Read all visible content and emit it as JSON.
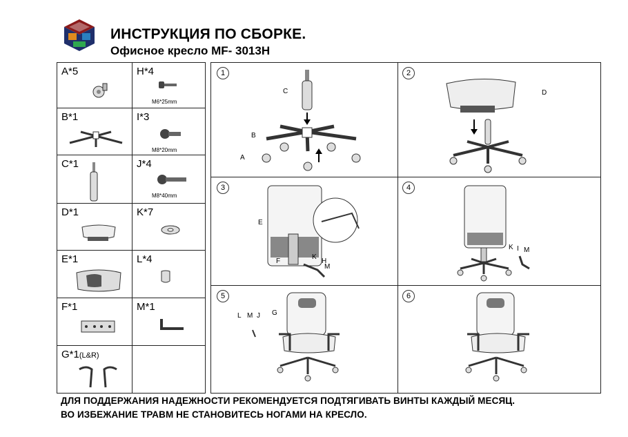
{
  "header": {
    "title": "ИНСТРУКЦИЯ ПО СБОРКЕ.",
    "subtitle": "Офисное кресло MF-  3013H"
  },
  "parts": [
    {
      "label": "A*5",
      "size": ""
    },
    {
      "label": "H*4",
      "size": "M6*25mm"
    },
    {
      "label": "B*1",
      "size": ""
    },
    {
      "label": "I*3",
      "size": "M8*20mm"
    },
    {
      "label": "C*1",
      "size": ""
    },
    {
      "label": "J*4",
      "size": "M8*40mm"
    },
    {
      "label": "D*1",
      "size": ""
    },
    {
      "label": "K*7",
      "size": ""
    },
    {
      "label": "E*1",
      "size": ""
    },
    {
      "label": "L*4",
      "size": ""
    },
    {
      "label": "F*1",
      "size": ""
    },
    {
      "label": "M*1",
      "size": ""
    },
    {
      "label": "G*1",
      "suffix": "(L&R)",
      "size": ""
    }
  ],
  "steps": [
    {
      "num": "1",
      "labels": [
        "C",
        "B",
        "A"
      ]
    },
    {
      "num": "2",
      "labels": [
        "D"
      ]
    },
    {
      "num": "3",
      "labels": [
        "E",
        "F",
        "K",
        "H",
        "M"
      ]
    },
    {
      "num": "4",
      "labels": [
        "K",
        "I",
        "M"
      ]
    },
    {
      "num": "5",
      "labels": [
        "L",
        "M",
        "J",
        "G"
      ]
    },
    {
      "num": "6",
      "labels": []
    }
  ],
  "footer": {
    "line1": "ДЛЯ ПОДДЕРЖАНИЯ НАДЕЖНОСТИ РЕКОМЕНДУЕТСЯ ПОДТЯГИВАТЬ ВИНТЫ КАЖДЫЙ МЕСЯЦ.",
    "line2": "ВО ИЗБЕЖАНИЕ ТРАВМ НЕ СТАНОВИТЕСЬ НОГАМИ НА КРЕСЛО."
  },
  "logo": {
    "colors": [
      "#8b1a1a",
      "#e08a1e",
      "#2a7fbf",
      "#2fa84f"
    ]
  }
}
